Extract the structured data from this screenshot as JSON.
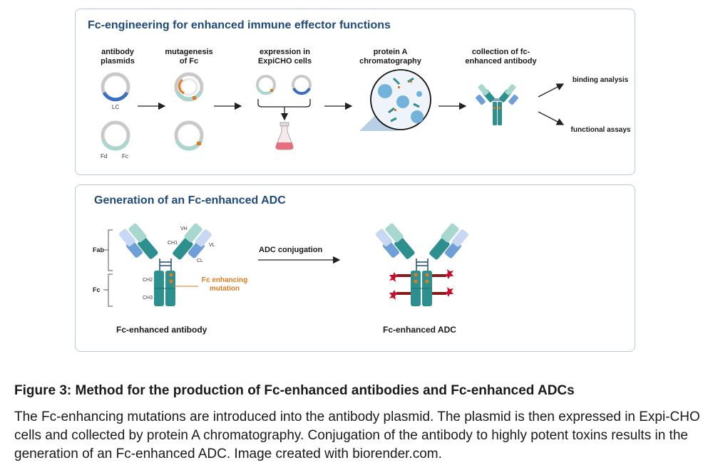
{
  "panel1": {
    "title": "Fc-engineering for enhanced immune effector functions",
    "steps": [
      {
        "label": "antibody plasmids"
      },
      {
        "label": "mutagenesis of Fc"
      },
      {
        "label": "expression in ExpiCHO cells"
      },
      {
        "label": "protein A chromatography"
      },
      {
        "label": "collection of fc-enhanced antibody"
      }
    ],
    "plasmid_labels": {
      "lc": "LC",
      "fd": "Fd",
      "fc": "Fc"
    },
    "outputs": {
      "binding": "binding analysis",
      "functional": "functional assays"
    }
  },
  "panel2": {
    "title": "Generation of an Fc-enhanced ADC",
    "region_labels": {
      "fab": "Fab",
      "fc": "Fc"
    },
    "domain_labels": {
      "vh": "VH",
      "vl": "VL",
      "ch1": "CH1",
      "cl": "CL",
      "ch2": "CH2",
      "ch3": "CH3"
    },
    "mutation_label": "Fc enhancing mutation",
    "arrow_label": "ADC conjugation",
    "left_caption": "Fc-enhanced antibody",
    "right_caption": "Fc-enhanced ADC"
  },
  "caption": {
    "title": "Figure 3: Method for the production of Fc-enhanced antibodies and Fc-enhanced ADCs",
    "body": "The Fc-enhancing mutations are introduced into the antibody plasmid. The plasmid is then expressed in Expi-CHO cells and collected by protein A chromatography. Conjugation of the antibody to highly potent toxins results in the generation of an Fc-enhanced ADC. Image created with biorender.com."
  },
  "colors": {
    "panel_border": "#b6c8de",
    "title": "#1f4a7a",
    "heavy_teal": "#2e8f8f",
    "light_blue": "#6f9fd8",
    "pale_teal": "#a7d7cf",
    "mutation_orange": "#e07a1f",
    "toxin_red": "#c8102e",
    "linker": "#8a1a1a",
    "plasmid_gray": "#c9c9c9"
  }
}
